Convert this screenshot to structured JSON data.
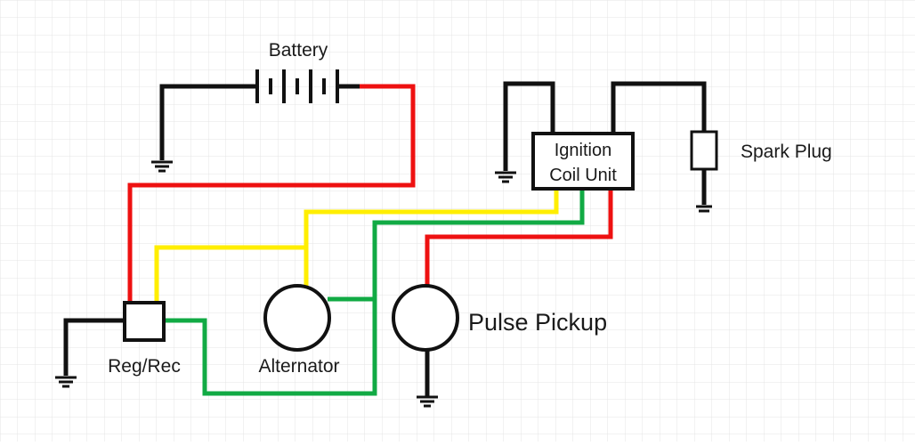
{
  "labels": {
    "battery": "Battery",
    "ignition_line1": "Ignition",
    "ignition_line2": "Coil Unit",
    "spark_plug": "Spark Plug",
    "reg_rec": "Reg/Rec",
    "alternator": "Alternator",
    "pulse_pickup": "Pulse Pickup"
  },
  "colors": {
    "black": "#111111",
    "red": "#ee1111",
    "yellow": "#ffee00",
    "green": "#11aa44",
    "grid": "#e4e4e4",
    "component_fill": "#ffffff"
  }
}
